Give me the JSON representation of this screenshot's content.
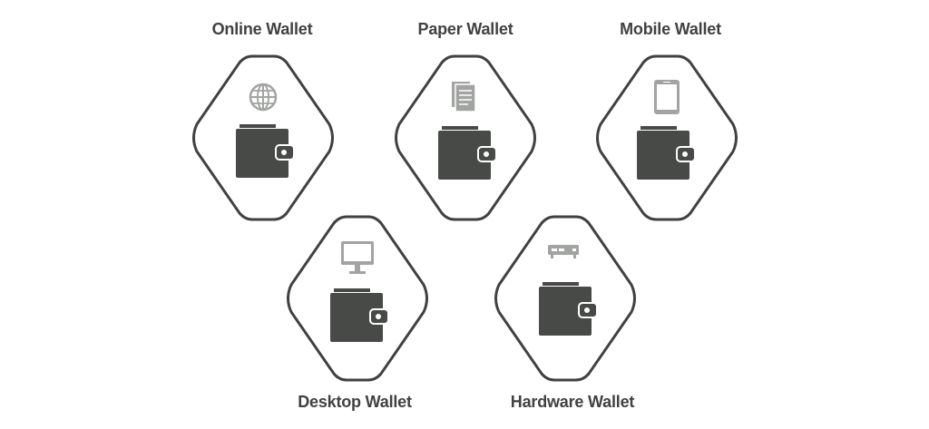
{
  "colors": {
    "outline": "#3f4240",
    "wallet": "#474a47",
    "icon": "#a2a4a2",
    "text": "#3f4240"
  },
  "wallets": [
    {
      "label": "Online Wallet",
      "icon": "globe-icon"
    },
    {
      "label": "Paper Wallet",
      "icon": "paper-document-icon"
    },
    {
      "label": "Mobile Wallet",
      "icon": "mobile-phone-icon"
    },
    {
      "label": "Desktop Wallet",
      "icon": "desktop-monitor-icon"
    },
    {
      "label": "Hardware Wallet",
      "icon": "hardware-device-icon"
    }
  ]
}
